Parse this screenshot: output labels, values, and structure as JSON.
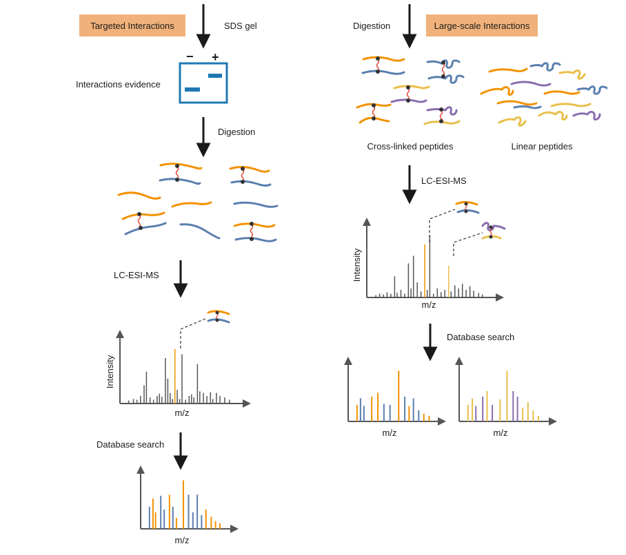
{
  "colors": {
    "orange": "#F39200",
    "blue": "#5A7FB0",
    "gold": "#E8BF4A",
    "purple": "#8A6BAE",
    "crosslink": "#E04A3A",
    "badge": "#F0B27A",
    "gel_border": "#1F78B4",
    "gel_band": "#1F78B4",
    "arrow": "#1a1a1a",
    "spectrum_peak": "#555555",
    "axis": "#555555"
  },
  "left": {
    "badge": "Targeted Interactions",
    "step1": "SDS gel",
    "gel_caption": "Interactions evidence",
    "gel_minus": "−",
    "gel_plus": "+",
    "step2": "Digestion",
    "step3": "LC-ESI-MS",
    "ms_ylabel": "Intensity",
    "ms_xlabel": "m/z",
    "step4": "Database search",
    "db_xlabel": "m/z"
  },
  "right": {
    "badge": "Large-scale Interactions",
    "step1": "Digestion",
    "crosslinked_caption": "Cross-linked peptides",
    "linear_caption": "Linear peptides",
    "step2": "LC-ESI-MS",
    "ms_ylabel": "Intensity",
    "ms_xlabel": "m/z",
    "step3": "Database search",
    "db1_xlabel": "m/z",
    "db2_xlabel": "m/z"
  },
  "spectra": {
    "left_ms_peaks": [
      {
        "x": 0.05,
        "h": 0.04,
        "c": "k"
      },
      {
        "x": 0.09,
        "h": 0.06,
        "c": "k"
      },
      {
        "x": 0.12,
        "h": 0.05,
        "c": "k"
      },
      {
        "x": 0.15,
        "h": 0.1,
        "c": "k"
      },
      {
        "x": 0.18,
        "h": 0.24,
        "c": "k"
      },
      {
        "x": 0.2,
        "h": 0.42,
        "c": "k"
      },
      {
        "x": 0.23,
        "h": 0.08,
        "c": "k"
      },
      {
        "x": 0.26,
        "h": 0.05,
        "c": "k"
      },
      {
        "x": 0.29,
        "h": 0.1,
        "c": "k"
      },
      {
        "x": 0.31,
        "h": 0.13,
        "c": "k"
      },
      {
        "x": 0.33,
        "h": 0.09,
        "c": "k"
      },
      {
        "x": 0.36,
        "h": 0.6,
        "c": "k"
      },
      {
        "x": 0.38,
        "h": 0.33,
        "c": "k"
      },
      {
        "x": 0.4,
        "h": 0.14,
        "c": "k"
      },
      {
        "x": 0.42,
        "h": 0.06,
        "c": "k"
      },
      {
        "x": 0.44,
        "h": 0.72,
        "c": "o"
      },
      {
        "x": 0.46,
        "h": 0.18,
        "c": "k"
      },
      {
        "x": 0.48,
        "h": 0.06,
        "c": "k"
      },
      {
        "x": 0.5,
        "h": 0.65,
        "c": "k"
      },
      {
        "x": 0.53,
        "h": 0.05,
        "c": "k"
      },
      {
        "x": 0.56,
        "h": 0.1,
        "c": "k"
      },
      {
        "x": 0.58,
        "h": 0.12,
        "c": "k"
      },
      {
        "x": 0.6,
        "h": 0.08,
        "c": "k"
      },
      {
        "x": 0.63,
        "h": 0.52,
        "c": "k"
      },
      {
        "x": 0.65,
        "h": 0.16,
        "c": "k"
      },
      {
        "x": 0.68,
        "h": 0.14,
        "c": "k"
      },
      {
        "x": 0.71,
        "h": 0.1,
        "c": "k"
      },
      {
        "x": 0.74,
        "h": 0.15,
        "c": "k"
      },
      {
        "x": 0.76,
        "h": 0.06,
        "c": "k"
      },
      {
        "x": 0.79,
        "h": 0.14,
        "c": "k"
      },
      {
        "x": 0.82,
        "h": 0.1,
        "c": "k"
      },
      {
        "x": 0.86,
        "h": 0.08,
        "c": "k"
      },
      {
        "x": 0.9,
        "h": 0.05,
        "c": "k"
      }
    ],
    "right_ms_peaks": [
      {
        "x": 0.05,
        "h": 0.03,
        "c": "k"
      },
      {
        "x": 0.08,
        "h": 0.05,
        "c": "k"
      },
      {
        "x": 0.11,
        "h": 0.04,
        "c": "k"
      },
      {
        "x": 0.14,
        "h": 0.07,
        "c": "k"
      },
      {
        "x": 0.17,
        "h": 0.05,
        "c": "k"
      },
      {
        "x": 0.2,
        "h": 0.28,
        "c": "k"
      },
      {
        "x": 0.22,
        "h": 0.06,
        "c": "k"
      },
      {
        "x": 0.25,
        "h": 0.1,
        "c": "k"
      },
      {
        "x": 0.28,
        "h": 0.05,
        "c": "k"
      },
      {
        "x": 0.31,
        "h": 0.45,
        "c": "k"
      },
      {
        "x": 0.33,
        "h": 0.12,
        "c": "k"
      },
      {
        "x": 0.35,
        "h": 0.55,
        "c": "k"
      },
      {
        "x": 0.38,
        "h": 0.2,
        "c": "k"
      },
      {
        "x": 0.41,
        "h": 0.08,
        "c": "k"
      },
      {
        "x": 0.44,
        "h": 0.7,
        "c": "o"
      },
      {
        "x": 0.46,
        "h": 0.1,
        "c": "k"
      },
      {
        "x": 0.48,
        "h": 0.82,
        "c": "k"
      },
      {
        "x": 0.51,
        "h": 0.05,
        "c": "k"
      },
      {
        "x": 0.54,
        "h": 0.12,
        "c": "k"
      },
      {
        "x": 0.57,
        "h": 0.07,
        "c": "k"
      },
      {
        "x": 0.6,
        "h": 0.1,
        "c": "k"
      },
      {
        "x": 0.63,
        "h": 0.42,
        "c": "g"
      },
      {
        "x": 0.65,
        "h": 0.08,
        "c": "k"
      },
      {
        "x": 0.68,
        "h": 0.16,
        "c": "k"
      },
      {
        "x": 0.71,
        "h": 0.12,
        "c": "k"
      },
      {
        "x": 0.74,
        "h": 0.18,
        "c": "k"
      },
      {
        "x": 0.77,
        "h": 0.1,
        "c": "k"
      },
      {
        "x": 0.8,
        "h": 0.15,
        "c": "k"
      },
      {
        "x": 0.83,
        "h": 0.09,
        "c": "k"
      },
      {
        "x": 0.87,
        "h": 0.06,
        "c": "k"
      },
      {
        "x": 0.9,
        "h": 0.04,
        "c": "k"
      }
    ],
    "left_db_peaks": [
      {
        "x": 0.07,
        "h": 0.4,
        "c": "b"
      },
      {
        "x": 0.11,
        "h": 0.55,
        "c": "o"
      },
      {
        "x": 0.14,
        "h": 0.3,
        "c": "o"
      },
      {
        "x": 0.2,
        "h": 0.6,
        "c": "b"
      },
      {
        "x": 0.24,
        "h": 0.35,
        "c": "b"
      },
      {
        "x": 0.3,
        "h": 0.62,
        "c": "o"
      },
      {
        "x": 0.34,
        "h": 0.4,
        "c": "b"
      },
      {
        "x": 0.38,
        "h": 0.2,
        "c": "o"
      },
      {
        "x": 0.46,
        "h": 0.88,
        "c": "o"
      },
      {
        "x": 0.52,
        "h": 0.62,
        "c": "b"
      },
      {
        "x": 0.57,
        "h": 0.3,
        "c": "b"
      },
      {
        "x": 0.62,
        "h": 0.62,
        "c": "b"
      },
      {
        "x": 0.67,
        "h": 0.25,
        "c": "b"
      },
      {
        "x": 0.72,
        "h": 0.35,
        "c": "o"
      },
      {
        "x": 0.78,
        "h": 0.22,
        "c": "o"
      },
      {
        "x": 0.83,
        "h": 0.14,
        "c": "o"
      },
      {
        "x": 0.88,
        "h": 0.1,
        "c": "o"
      }
    ],
    "right_db1_peaks": [
      {
        "x": 0.07,
        "h": 0.3,
        "c": "o"
      },
      {
        "x": 0.11,
        "h": 0.42,
        "c": "b"
      },
      {
        "x": 0.15,
        "h": 0.28,
        "c": "b"
      },
      {
        "x": 0.24,
        "h": 0.45,
        "c": "o"
      },
      {
        "x": 0.31,
        "h": 0.52,
        "c": "o"
      },
      {
        "x": 0.38,
        "h": 0.32,
        "c": "b"
      },
      {
        "x": 0.45,
        "h": 0.3,
        "c": "b"
      },
      {
        "x": 0.55,
        "h": 0.92,
        "c": "o"
      },
      {
        "x": 0.62,
        "h": 0.45,
        "c": "b"
      },
      {
        "x": 0.67,
        "h": 0.28,
        "c": "o"
      },
      {
        "x": 0.72,
        "h": 0.42,
        "c": "b"
      },
      {
        "x": 0.78,
        "h": 0.2,
        "c": "b"
      },
      {
        "x": 0.84,
        "h": 0.14,
        "c": "o"
      },
      {
        "x": 0.9,
        "h": 0.1,
        "c": "o"
      }
    ],
    "right_db2_peaks": [
      {
        "x": 0.07,
        "h": 0.3,
        "c": "g"
      },
      {
        "x": 0.12,
        "h": 0.42,
        "c": "g"
      },
      {
        "x": 0.16,
        "h": 0.28,
        "c": "p"
      },
      {
        "x": 0.24,
        "h": 0.45,
        "c": "p"
      },
      {
        "x": 0.29,
        "h": 0.55,
        "c": "g"
      },
      {
        "x": 0.35,
        "h": 0.3,
        "c": "p"
      },
      {
        "x": 0.44,
        "h": 0.4,
        "c": "g"
      },
      {
        "x": 0.52,
        "h": 0.92,
        "c": "g"
      },
      {
        "x": 0.59,
        "h": 0.55,
        "c": "p"
      },
      {
        "x": 0.64,
        "h": 0.45,
        "c": "p"
      },
      {
        "x": 0.7,
        "h": 0.25,
        "c": "g"
      },
      {
        "x": 0.76,
        "h": 0.35,
        "c": "g"
      },
      {
        "x": 0.82,
        "h": 0.2,
        "c": "g"
      },
      {
        "x": 0.88,
        "h": 0.1,
        "c": "g"
      }
    ]
  }
}
